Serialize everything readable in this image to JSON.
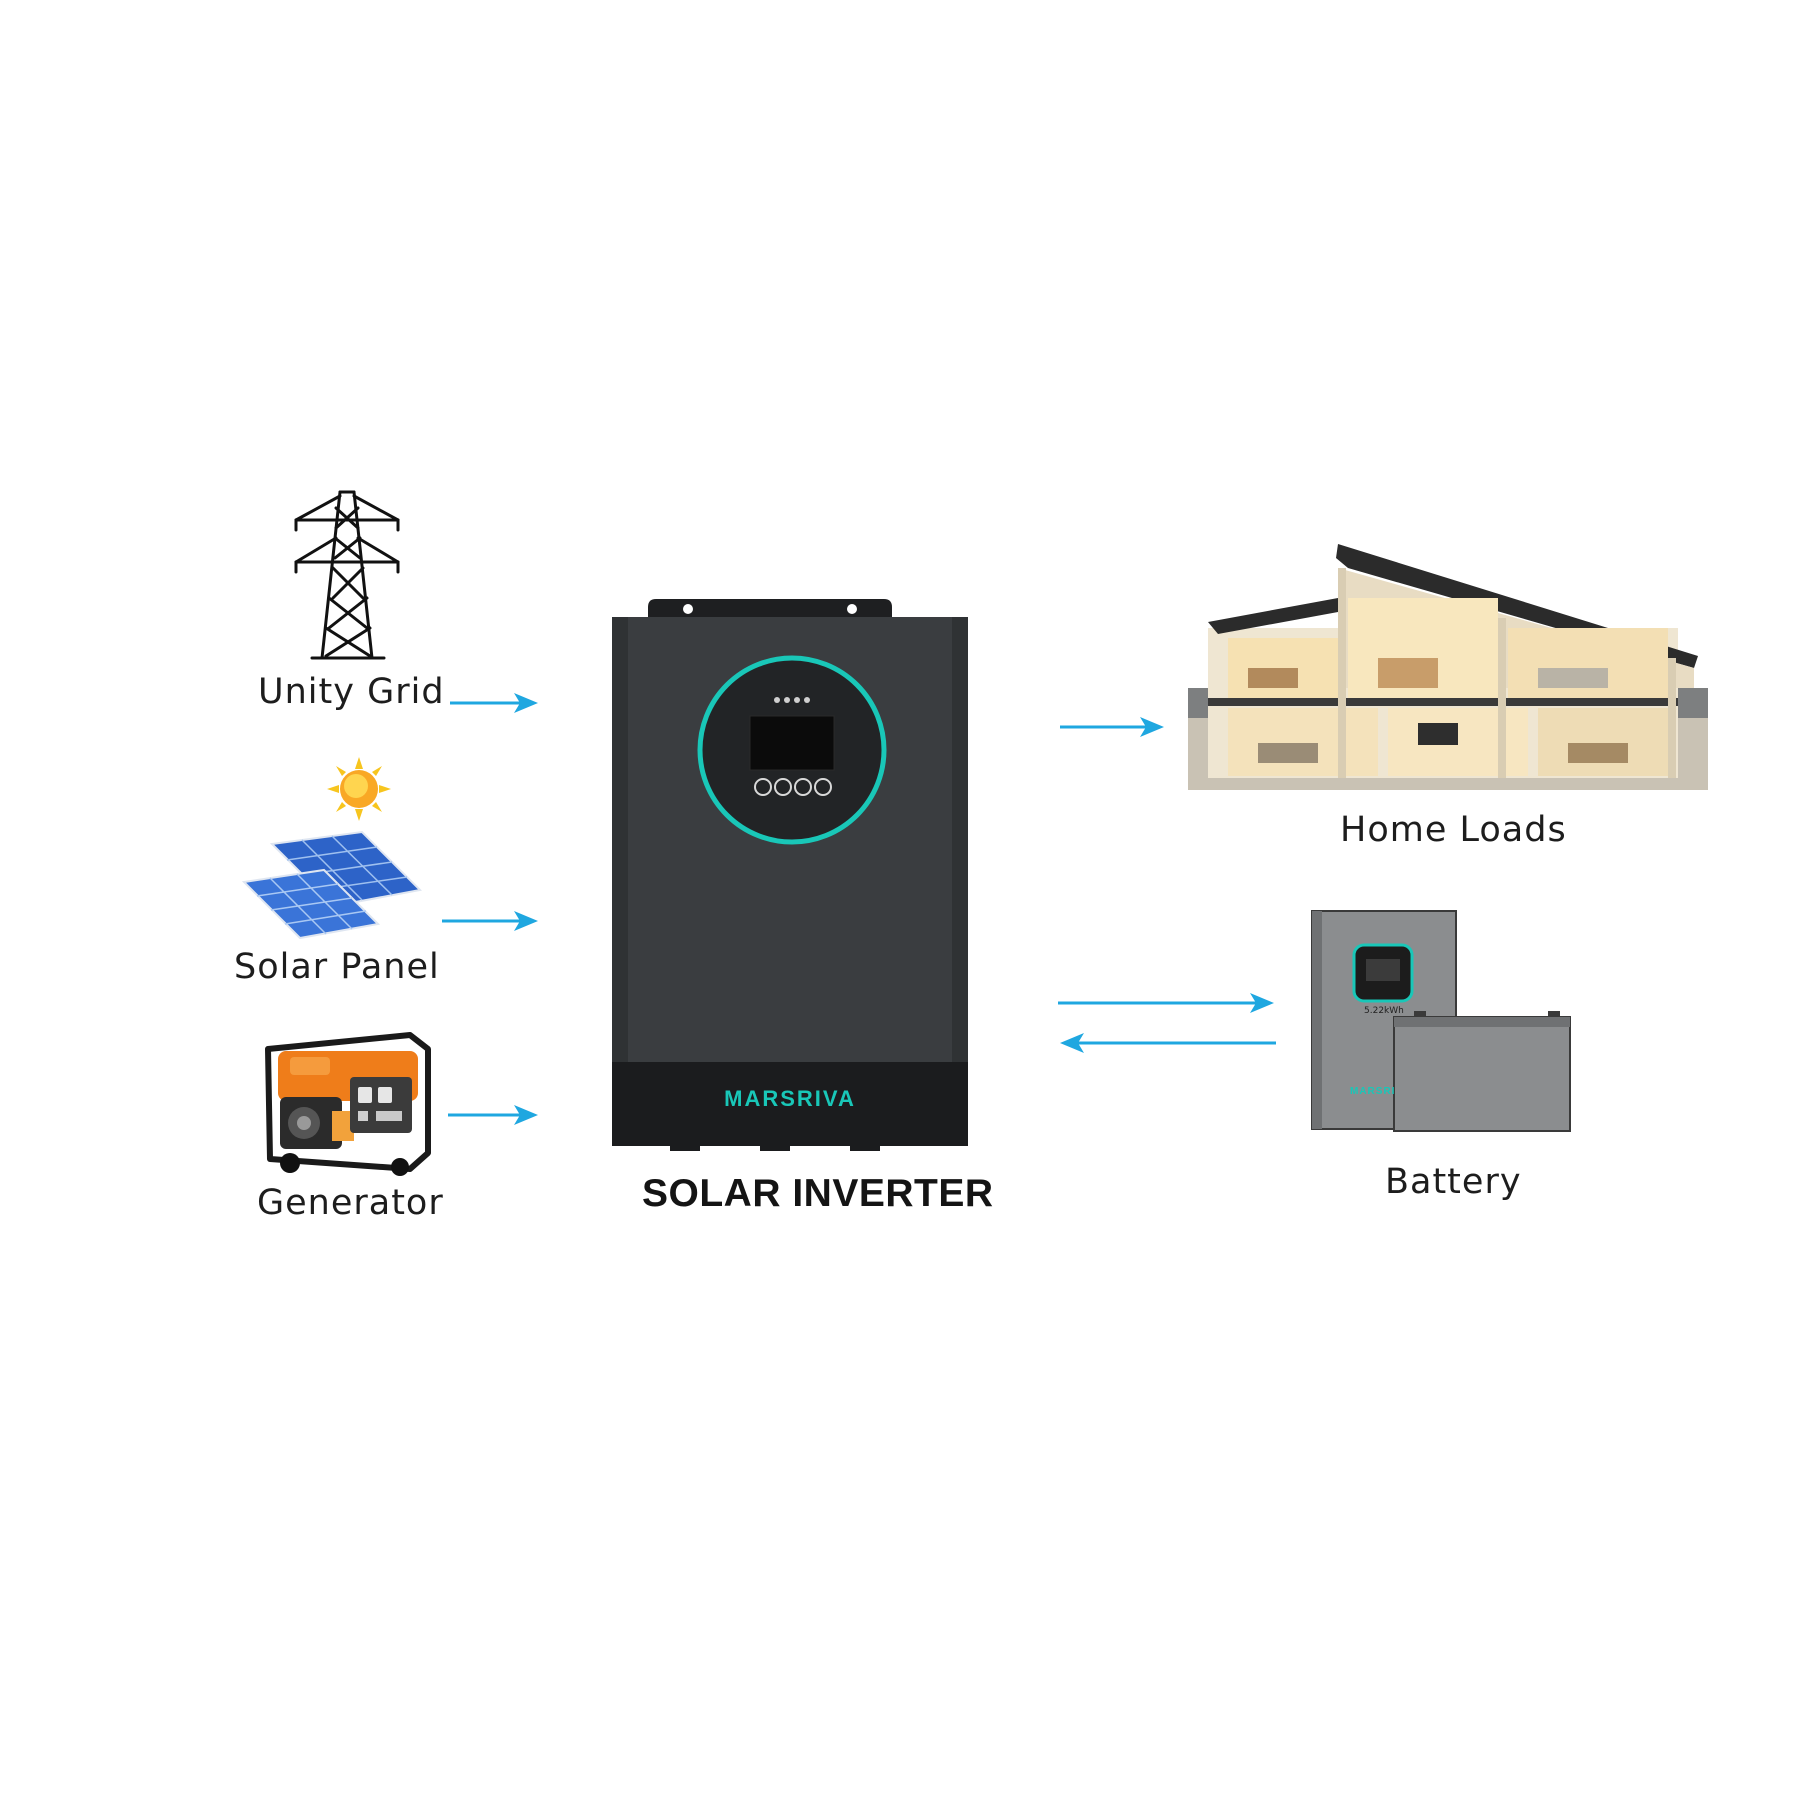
{
  "sources": {
    "grid": {
      "label": "Unity Grid",
      "icon": "transmission-tower-icon"
    },
    "solar": {
      "label": "Solar Panel",
      "icon": "solar-panel-icon"
    },
    "generator": {
      "label": "Generator",
      "icon": "generator-icon"
    }
  },
  "inverter": {
    "label": "SOLAR INVERTER",
    "brand": "MARSRIVA",
    "icon": "solar-inverter-icon"
  },
  "outputs": {
    "home": {
      "label": "Home Loads",
      "icon": "house-icon"
    },
    "battery": {
      "label": "Battery",
      "icon": "battery-icon",
      "capacity_text": "5.22kWh",
      "brand": "MARSRIVA"
    }
  },
  "colors": {
    "arrow": "#1fa7e0",
    "inverter_body": "#3a3d40",
    "inverter_accent": "#19c7b8",
    "battery_body": "#8b8d8f"
  }
}
